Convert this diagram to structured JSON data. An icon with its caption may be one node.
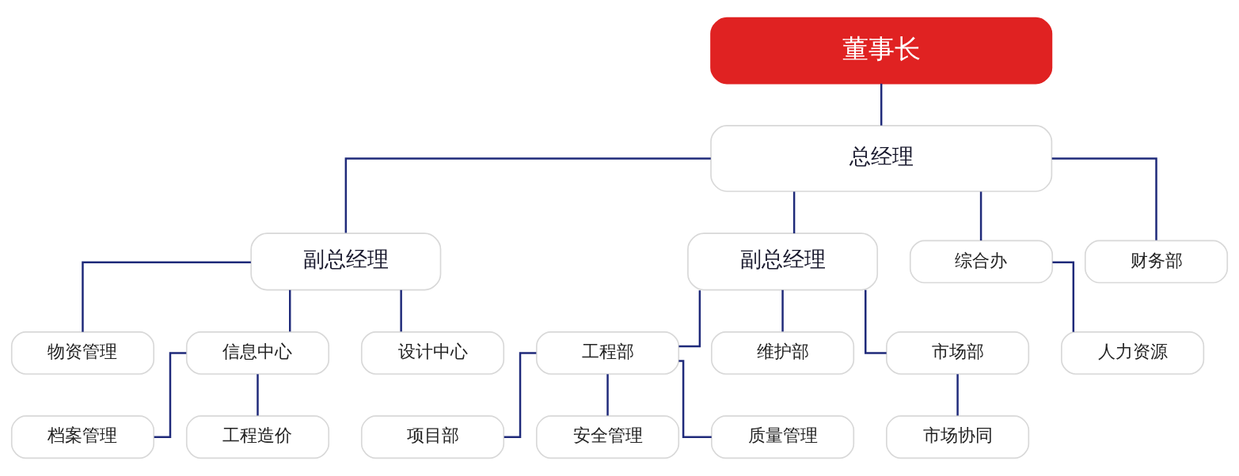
{
  "diagram": {
    "nodes": [
      {
        "text": [
          "董事长"
        ]
      },
      {
        "text": [
          "总经理"
        ]
      },
      {
        "text": [
          "副总经理"
        ]
      },
      {
        "text": [
          "副总经理"
        ]
      },
      {
        "text": [
          "物资管理"
        ]
      },
      {
        "text": [
          "信息中心"
        ]
      },
      {
        "text": [
          "设计中心"
        ]
      },
      {
        "text": [
          "综合办"
        ]
      },
      {
        "text": [
          "财务部"
        ]
      },
      {
        "text": [
          "工程部"
        ]
      },
      {
        "text": [
          "维护部"
        ]
      },
      {
        "text": [
          "市场部"
        ]
      },
      {
        "text": [
          "档案管理"
        ]
      },
      {
        "text": [
          "工程造价"
        ]
      },
      {
        "text": [
          "人力资源"
        ]
      },
      {
        "text": [
          "项目部"
        ]
      },
      {
        "text": [
          "安全管理"
        ]
      },
      {
        "text": [
          "质量管理"
        ]
      },
      {
        "text": [
          "市场协同"
        ]
      }
    ],
    "edges": [
      {
        "from": 0,
        "to": 1,
        "arrow": "none"
      },
      {
        "from": 1,
        "to": 2,
        "arrow": "none"
      },
      {
        "from": 1,
        "to": 7,
        "arrow": "none"
      },
      {
        "from": 1,
        "to": 8,
        "arrow": "none"
      },
      {
        "from": 1,
        "to": 3,
        "arrow": "none"
      },
      {
        "from": 2,
        "to": 4,
        "arrow": "none"
      },
      {
        "from": 2,
        "to": 5,
        "arrow": "none"
      },
      {
        "from": 2,
        "to": 6,
        "arrow": "none"
      },
      {
        "from": 3,
        "to": 9,
        "arrow": "none"
      },
      {
        "from": 3,
        "to": 10,
        "arrow": "none"
      },
      {
        "from": 3,
        "to": 11,
        "arrow": "none"
      },
      {
        "from": 5,
        "to": 12,
        "arrow": "none"
      },
      {
        "from": 5,
        "to": 13,
        "arrow": "none"
      },
      {
        "from": 7,
        "to": 14,
        "arrow": "none"
      },
      {
        "from": 9,
        "to": 15,
        "arrow": "none"
      },
      {
        "from": 9,
        "to": 16,
        "arrow": "none"
      },
      {
        "from": 9,
        "to": 17,
        "arrow": "none"
      },
      {
        "from": 11,
        "to": 18,
        "arrow": "none"
      }
    ]
  }
}
